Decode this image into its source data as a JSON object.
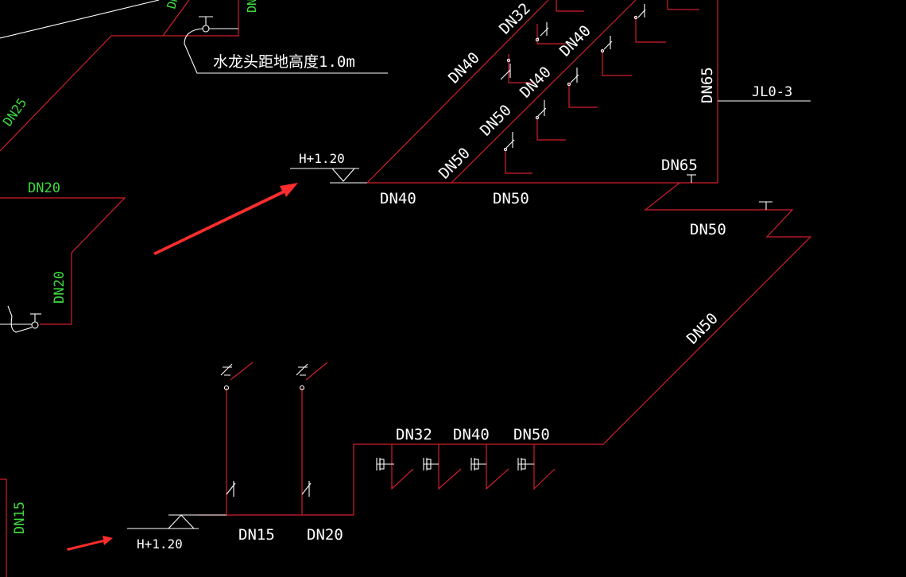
{
  "labels": {
    "faucet_height_note": "水龙头距地高度1.0m",
    "level_top": "H+1.20",
    "level_bottom": "H+1.20",
    "riser_id": "JL0-3",
    "top_dn40_a": "DN40",
    "top_dn32": "DN32",
    "top_dn40_b": "DN40",
    "top_dn40_c": "DN40",
    "top_dn50_a": "DN50",
    "top_dn50_b": "DN50",
    "main_dn40": "DN40",
    "main_dn50": "DN50",
    "riser_dn65": "DN65",
    "node_dn65": "DN65",
    "jog_dn50": "DN50",
    "diag_dn50": "DN50",
    "bottom_dn32": "DN32",
    "bottom_dn40": "DN40",
    "bottom_dn50": "DN50",
    "bottom_dn15": "DN15",
    "bottom_dn20": "DN20",
    "left_dn20_top": "DN20",
    "left_dn20_vert": "DN20",
    "left_dn25": "DN25",
    "left_dn15": "DN15",
    "green_top_a": "DN",
    "green_top_b": "DN"
  },
  "colors": {
    "background": "#000000",
    "pipe": "#d21f2b",
    "label": "#ffffff",
    "label_green": "#3ddc3d",
    "annotation_arrow": "#ff2d2d"
  }
}
